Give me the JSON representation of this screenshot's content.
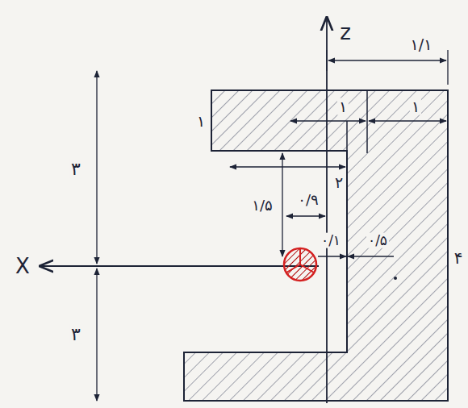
{
  "diagram": {
    "labels": [
      "z",
      "۱/۱",
      "۱",
      "۱",
      "۱",
      "۲",
      "۳",
      "۳",
      "۱/۵",
      "۰/۹",
      "۰/۱",
      "۰/۵",
      "۴",
      "X"
    ]
  }
}
